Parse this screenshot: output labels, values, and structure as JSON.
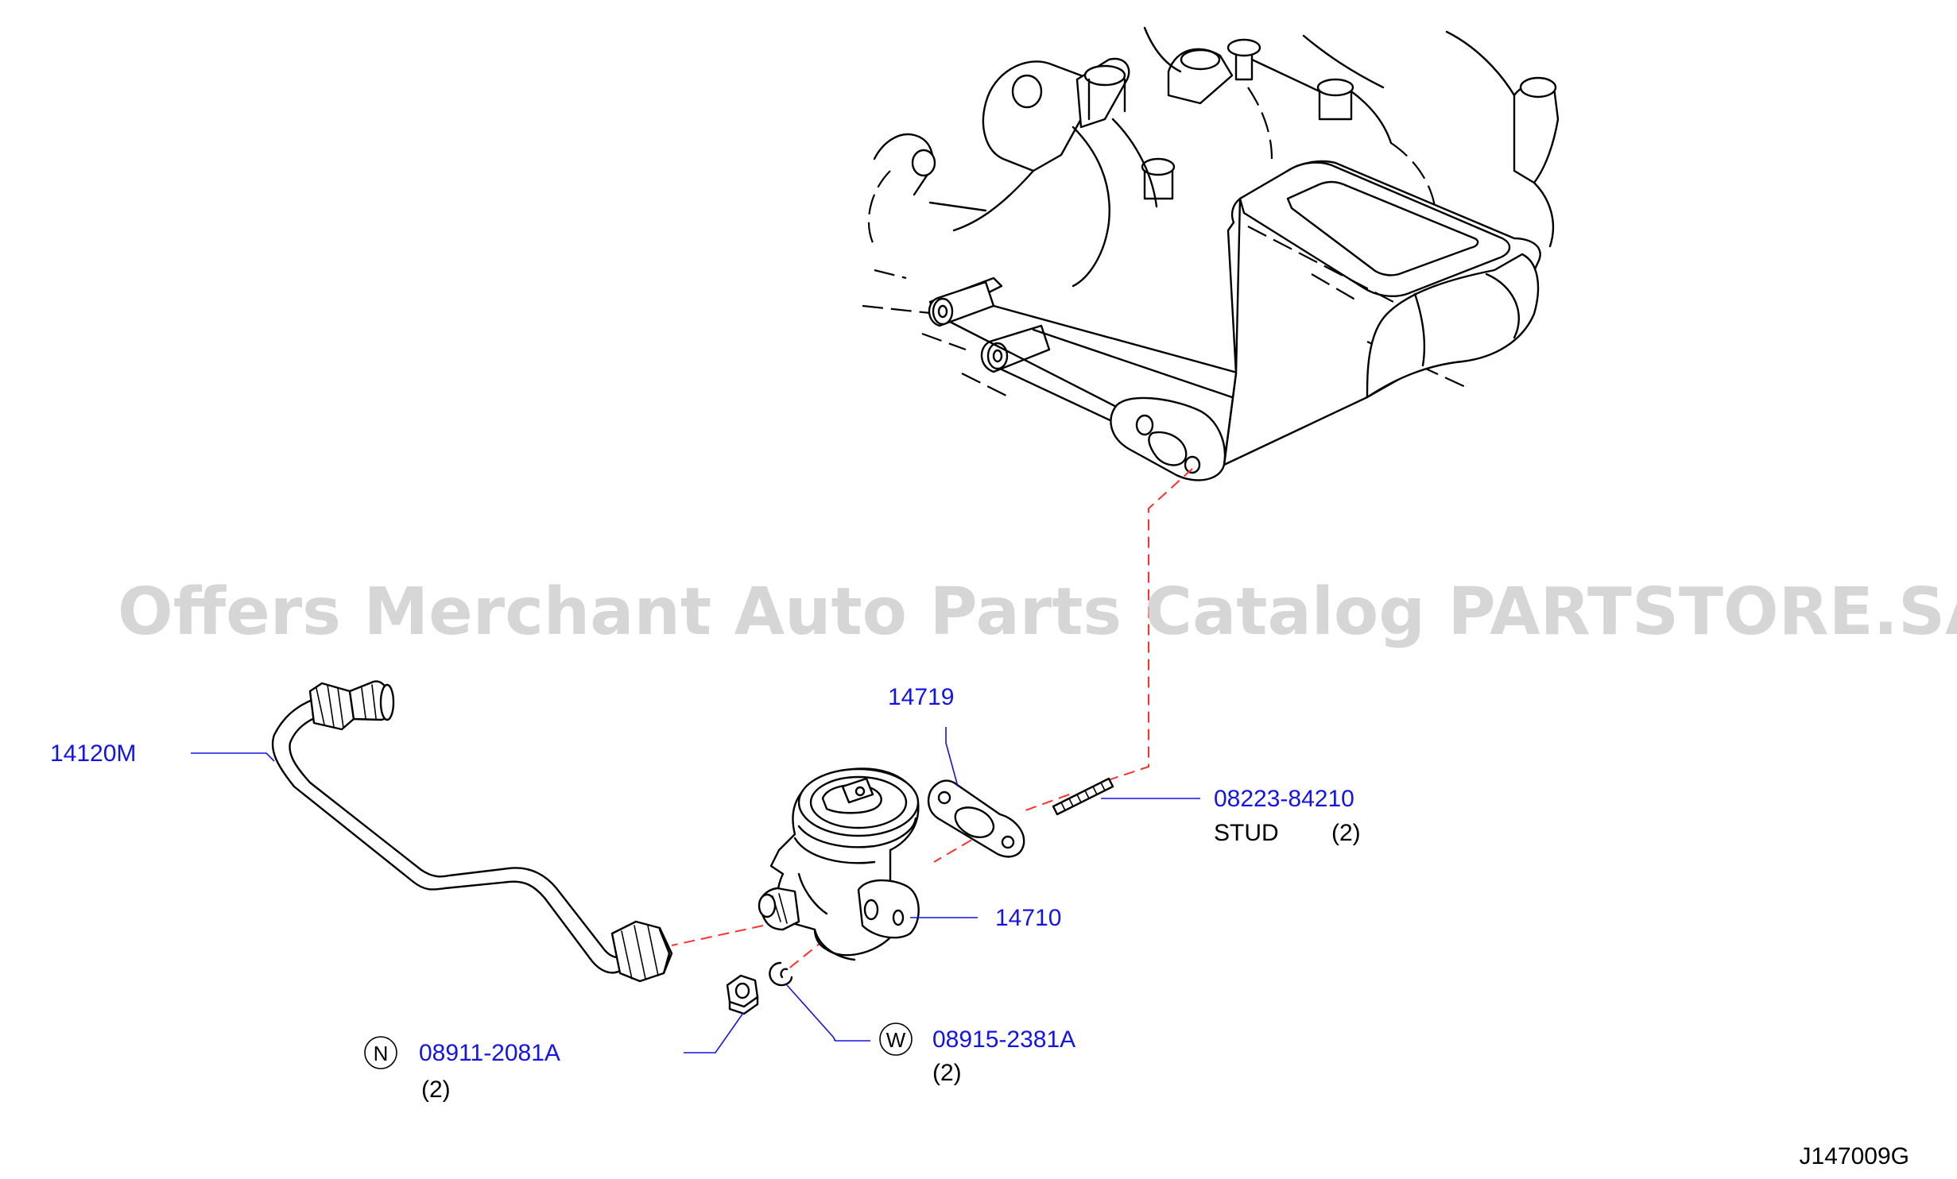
{
  "watermark": "Offers Merchant Auto Parts Catalog PARTSTORE.SA",
  "diagram_code": "J147009G",
  "callouts": {
    "tube": {
      "number": "14120M"
    },
    "gasket": {
      "number": "14719"
    },
    "valve": {
      "number": "14710"
    },
    "stud": {
      "number": "08223-84210",
      "name": "STUD",
      "qty": "(2)"
    },
    "nut": {
      "symbol": "N",
      "number": "08911-2081A",
      "qty": "(2)"
    },
    "washer": {
      "symbol": "W",
      "number": "08915-2381A",
      "qty": "(2)"
    }
  },
  "colors": {
    "callout_text": "#1414e6",
    "guide_line": "#ff3030",
    "watermark": "#c9c9c9"
  }
}
